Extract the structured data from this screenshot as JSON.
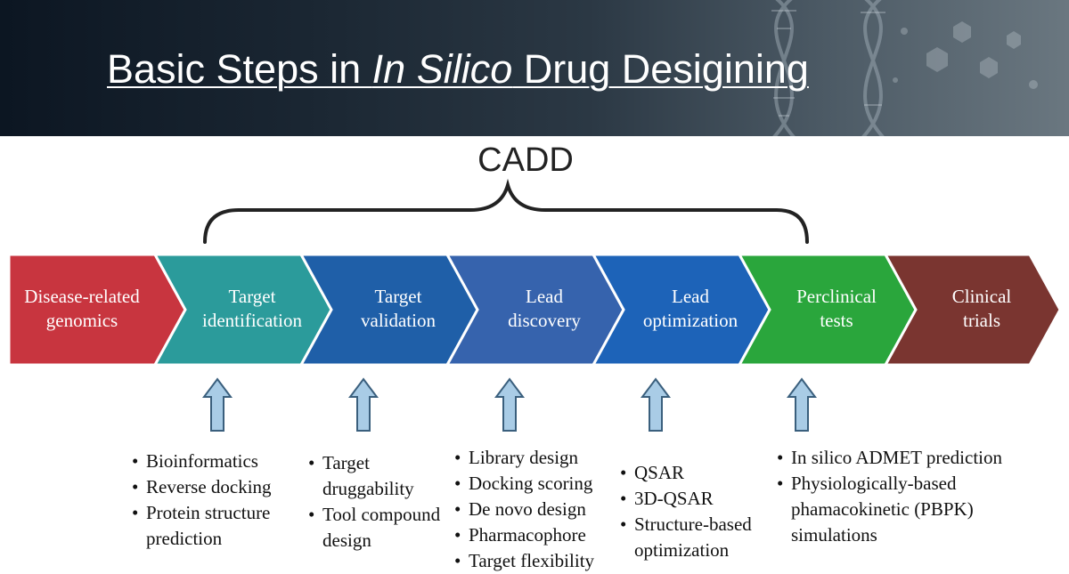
{
  "header": {
    "title_part1": "Basic Steps in ",
    "title_italic": "In Silico",
    "title_part2": " Drug Desigining"
  },
  "brace_label": "CADD",
  "stages": [
    {
      "line1": "Disease-related",
      "line2": "genomics",
      "color": "#c8353f"
    },
    {
      "line1": "Target",
      "line2": "identification",
      "color": "#2b9b9b"
    },
    {
      "line1": "Target",
      "line2": "validation",
      "color": "#1f5fa8"
    },
    {
      "line1": "Lead",
      "line2": "discovery",
      "color": "#3663ad"
    },
    {
      "line1": "Lead",
      "line2": "optimization",
      "color": "#1d63b8"
    },
    {
      "line1": "Perclinical",
      "line2": "tests",
      "color": "#2aa63c"
    },
    {
      "line1": "Clinical",
      "line2": "trials",
      "color": "#7a3530"
    }
  ],
  "methods": [
    {
      "items": [
        "Bioinformatics",
        "Reverse docking",
        "Protein structure prediction"
      ]
    },
    {
      "items": [
        "Target druggability",
        "Tool compound design"
      ]
    },
    {
      "items": [
        "Library design",
        "Docking scoring",
        "De novo design",
        "Pharmacophore",
        "Target flexibility"
      ]
    },
    {
      "items": [
        "QSAR",
        "3D-QSAR",
        "Structure-based optimization"
      ]
    },
    {
      "items": [
        "In silico ADMET prediction",
        "Physiologically-based phamacokinetic (PBPK) simulations"
      ]
    }
  ]
}
